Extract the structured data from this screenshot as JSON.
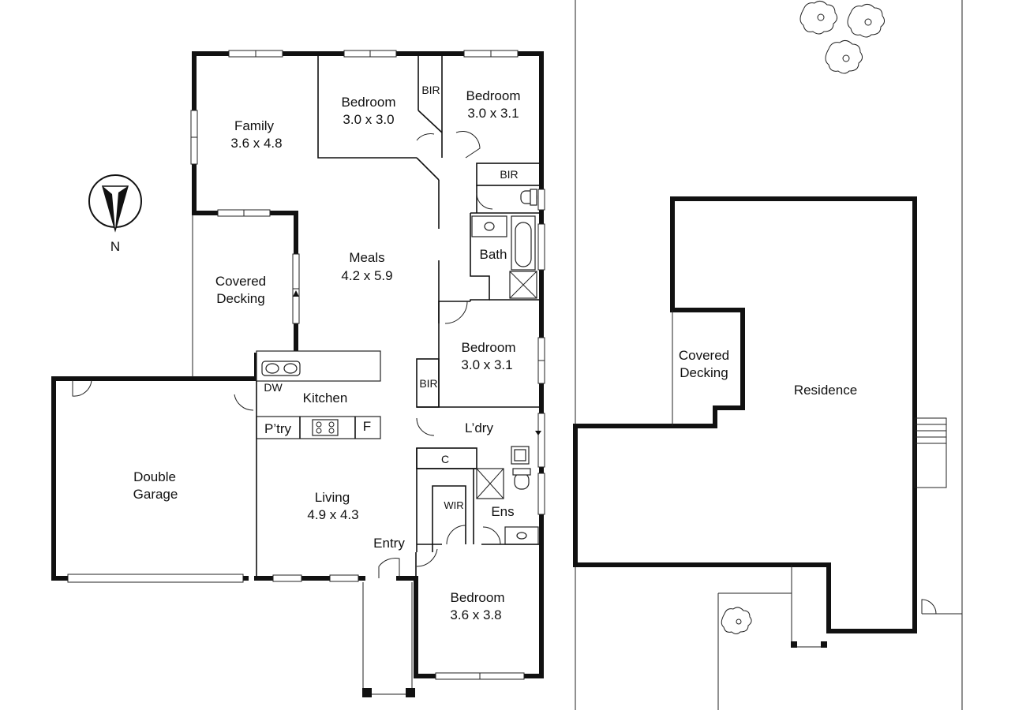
{
  "compass": {
    "label": "N"
  },
  "rooms": {
    "family": {
      "name": "Family",
      "size": "3.6 x 4.8"
    },
    "bedroom1": {
      "name": "Bedroom",
      "size": "3.0 x 3.0"
    },
    "bir1": {
      "name": "BIR"
    },
    "bedroom2": {
      "name": "Bedroom",
      "size": "3.0 x 3.1"
    },
    "bir2": {
      "name": "BIR"
    },
    "meals": {
      "name": "Meals",
      "size": "4.2 x 5.9"
    },
    "bath": {
      "name": "Bath"
    },
    "covered_decking": {
      "line1": "Covered",
      "line2": "Decking"
    },
    "bedroom3": {
      "name": "Bedroom",
      "size": "3.0 x 3.1"
    },
    "bir3": {
      "name": "BIR"
    },
    "kitchen": {
      "name": "Kitchen"
    },
    "dw": {
      "name": "DW"
    },
    "pantry": {
      "name": "P’try"
    },
    "fridge": {
      "name": "F"
    },
    "laundry": {
      "name": "L’dry"
    },
    "cupboard": {
      "name": "C"
    },
    "wir": {
      "name": "WIR"
    },
    "ensuite": {
      "name": "Ens"
    },
    "garage": {
      "line1": "Double",
      "line2": "Garage"
    },
    "living": {
      "name": "Living",
      "size": "4.9 x 4.3"
    },
    "entry": {
      "name": "Entry"
    },
    "bedroom4": {
      "name": "Bedroom",
      "size": "3.6 x 3.8"
    }
  },
  "site": {
    "covered_decking": {
      "line1": "Covered",
      "line2": "Decking"
    },
    "residence": {
      "name": "Residence"
    }
  }
}
